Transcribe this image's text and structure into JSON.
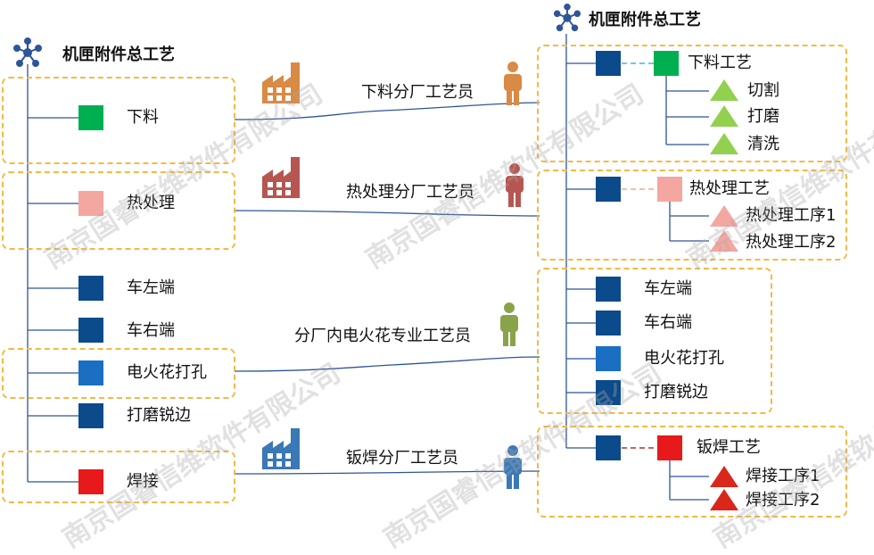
{
  "left": {
    "title": "机匣附件总工艺",
    "items": [
      {
        "label": "下料",
        "color": "#00b050"
      },
      {
        "label": "热处理",
        "color": "#f4a6a0"
      },
      {
        "label": "车左端",
        "color": "#0b4a8b"
      },
      {
        "label": "车右端",
        "color": "#0b4a8b"
      },
      {
        "label": "电火花打孔",
        "color": "#1a6fc2"
      },
      {
        "label": "打磨锐边",
        "color": "#0b4a8b"
      },
      {
        "label": "焊接",
        "color": "#e8191a"
      }
    ]
  },
  "roles": [
    {
      "label": "下料分厂工艺员",
      "color": "#d98a45"
    },
    {
      "label": "热处理分厂工艺员",
      "color": "#b65651"
    },
    {
      "label": "分厂内电火花专业工艺员",
      "color": "#8aa34a"
    },
    {
      "label": "钣焊分厂工艺员",
      "color": "#3a78b6"
    }
  ],
  "right": {
    "title": "机匣附件总工艺",
    "cutting": {
      "label": "下料工艺",
      "color": "#00b050",
      "tri_color": "#92d050",
      "steps": [
        "切割",
        "打磨",
        "清洗"
      ]
    },
    "heat": {
      "label": "热处理工艺",
      "color": "#f4a6a0",
      "steps": [
        "热处理工序1",
        "热处理工序2"
      ]
    },
    "machining": [
      "车左端",
      "车右端",
      "电火花打孔",
      "打磨锐边"
    ],
    "welding": {
      "label": "钣焊工艺",
      "color": "#e8191a",
      "steps": [
        "焊接工序1",
        "焊接工序2"
      ]
    }
  },
  "watermark": "南京国睿信维软件有限公司",
  "colors": {
    "dash": "#f4b942",
    "line": "#2e5597",
    "navy": "#0b4a8b"
  }
}
